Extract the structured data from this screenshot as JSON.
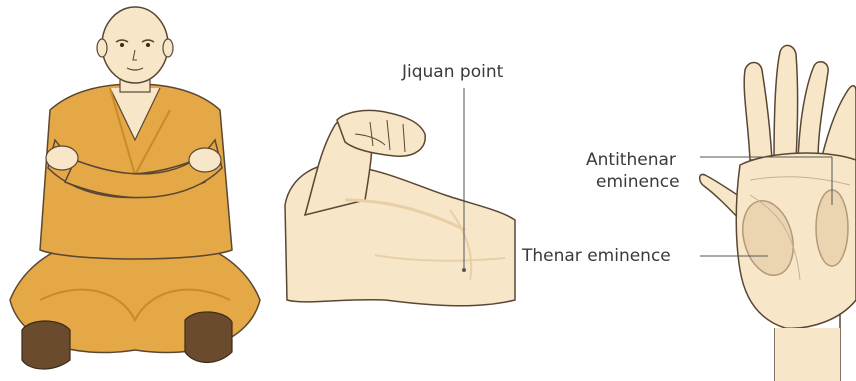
{
  "figure": {
    "panels": [
      {
        "name": "seated-monk",
        "description_icon": "seated-figure-icon"
      },
      {
        "name": "flexed-arm",
        "description_icon": "arm-icon"
      },
      {
        "name": "open-palm",
        "description_icon": "palm-icon"
      }
    ],
    "labels": {
      "jiquan": "Jiquan point",
      "antithenar_line1": "Antithenar",
      "antithenar_line2": "eminence",
      "thenar": "Thenar eminence"
    },
    "colors": {
      "robe": "#E5A846",
      "robe_shadow": "#C98A2A",
      "skin": "#F7E6C8",
      "skin_shadow": "#E8CFA6",
      "outline": "#5A4632",
      "shoe": "#6B4B2E",
      "leader_line": "#555555",
      "text": "#3A3A3A"
    }
  }
}
